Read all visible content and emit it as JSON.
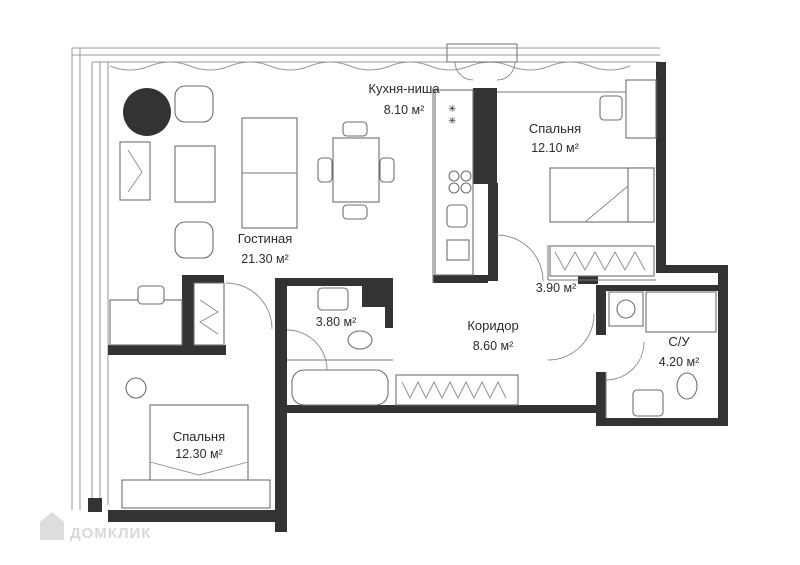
{
  "rooms": {
    "living": {
      "name": "Гостиная",
      "area": "21.30 м²"
    },
    "kitchen": {
      "name": "Кухня-ниша",
      "area": "8.10 м²"
    },
    "bedroom_top": {
      "name": "Спальня",
      "area": "12.10 м²"
    },
    "bedroom_bottom": {
      "name": "Спальня",
      "area": "12.30 м²"
    },
    "bathroom": {
      "area": "3.80 м²"
    },
    "wardrobe": {
      "area": "3.90 м²"
    },
    "corridor": {
      "name": "Коридор",
      "area": "8.60 м²"
    },
    "wc": {
      "name": "С/У",
      "area": "4.20 м²"
    }
  },
  "watermark": {
    "text": "ДОМКЛИК"
  },
  "colors": {
    "wall": "#333333",
    "line": "#7a7a7a",
    "background": "#ffffff"
  }
}
